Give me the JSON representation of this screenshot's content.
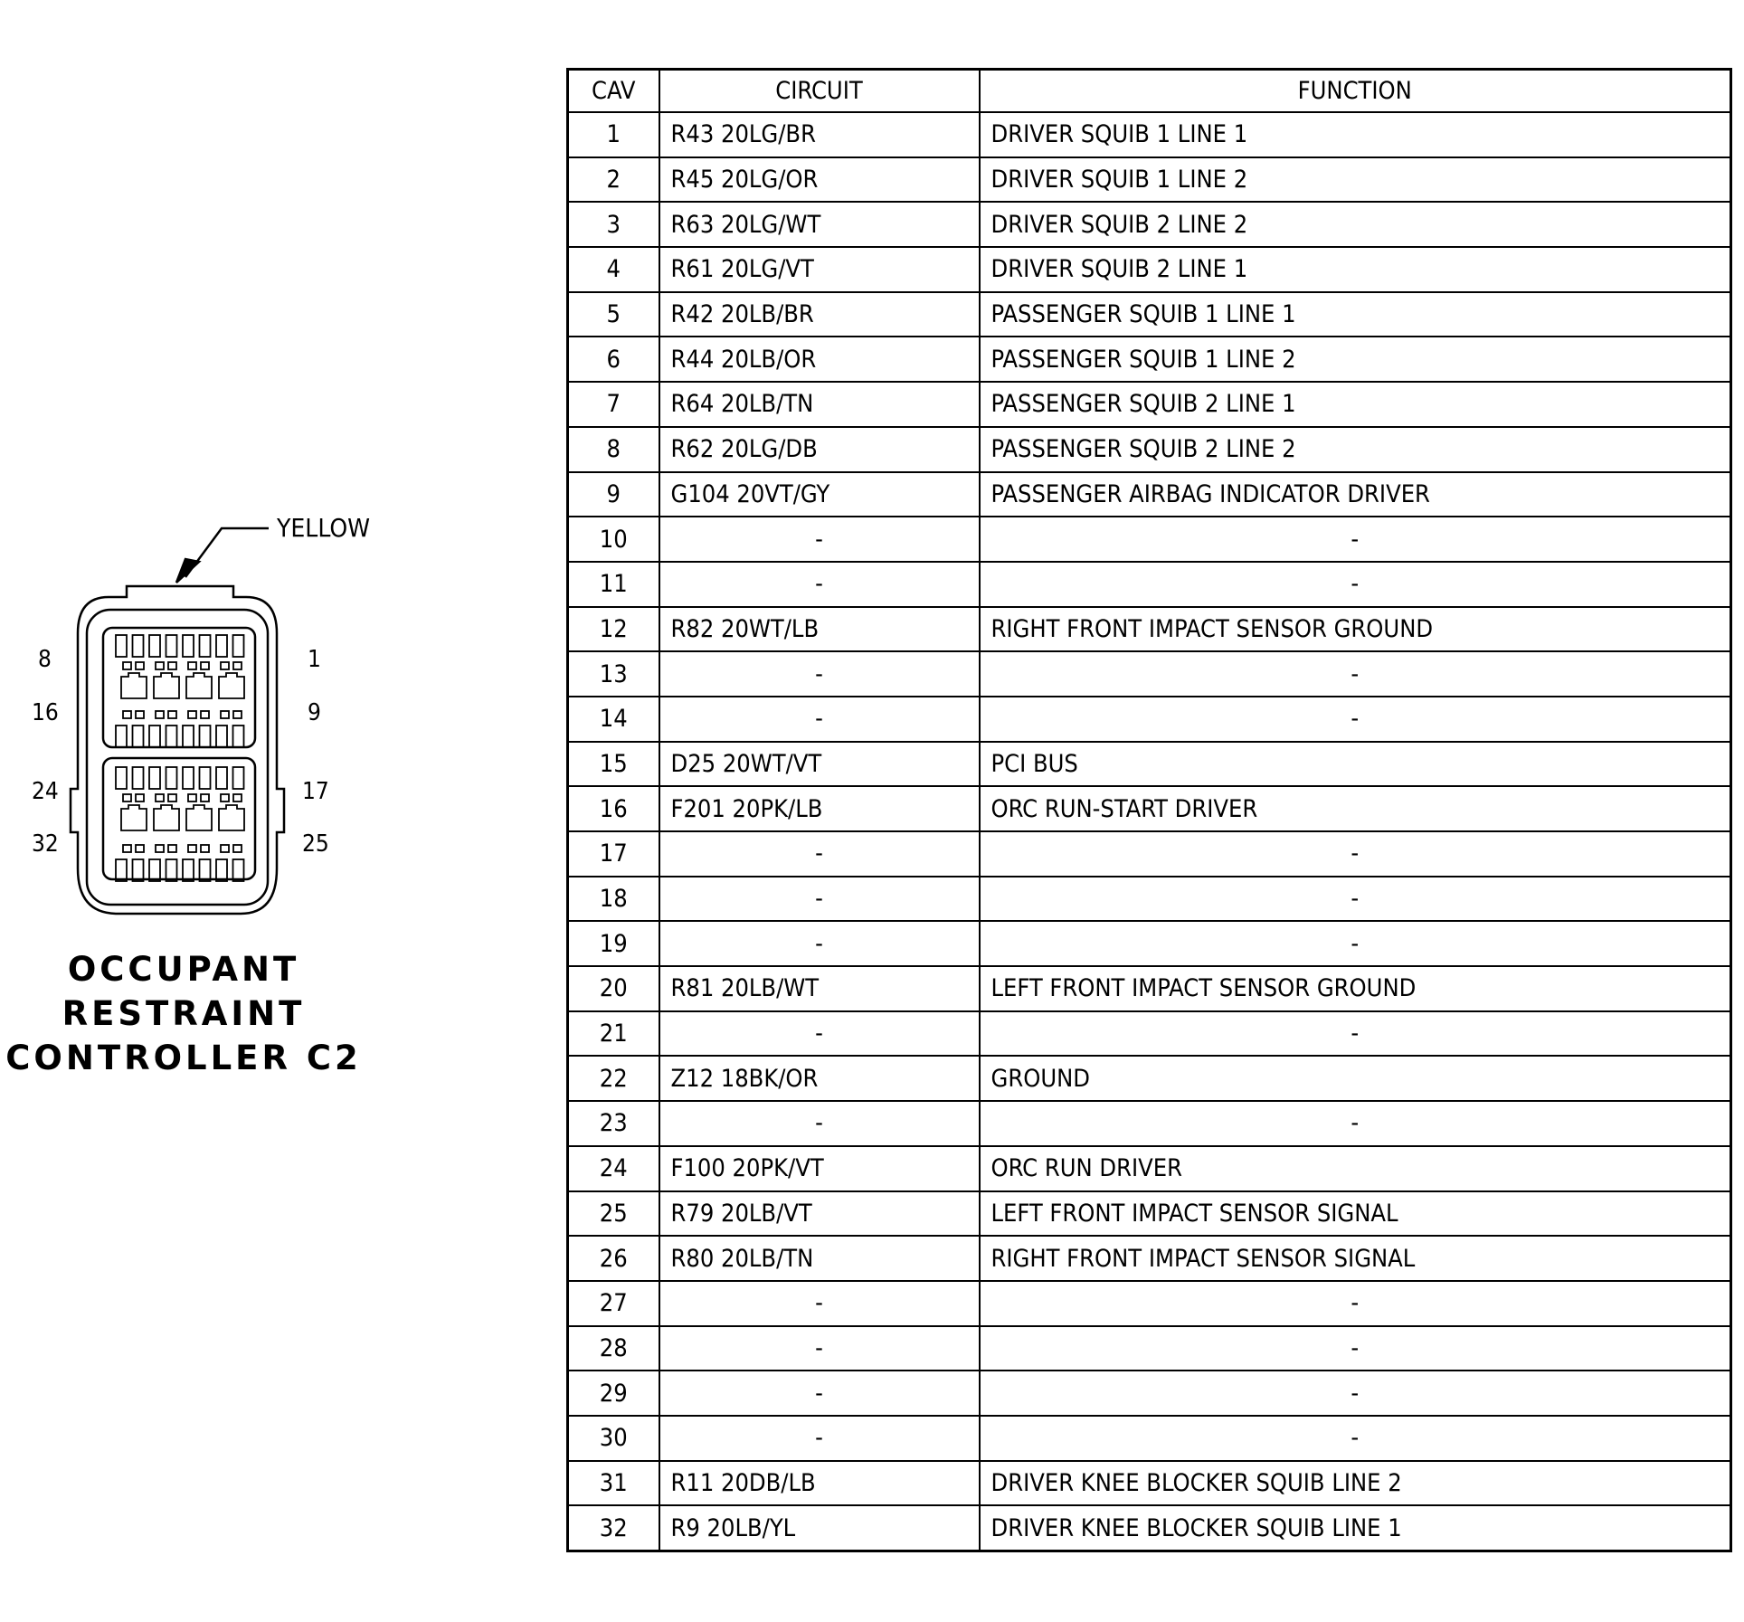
{
  "connector": {
    "color_callout": "YELLOW",
    "pin_labels": {
      "top_left": "8",
      "top_right": "1",
      "mid_left": "16",
      "mid_right": "9",
      "lower_left": "24",
      "lower_right": "17",
      "bottom_left": "32",
      "bottom_right": "25"
    },
    "title_lines": [
      "OCCUPANT",
      "RESTRAINT",
      "CONTROLLER C2"
    ]
  },
  "table": {
    "headers": {
      "cav": "CAV",
      "circuit": "CIRCUIT",
      "function": "FUNCTION"
    },
    "rows": [
      {
        "cav": "1",
        "circuit": "R43 20LG/BR",
        "function": "DRIVER SQUIB 1 LINE 1"
      },
      {
        "cav": "2",
        "circuit": "R45 20LG/OR",
        "function": "DRIVER SQUIB 1 LINE 2"
      },
      {
        "cav": "3",
        "circuit": "R63 20LG/WT",
        "function": "DRIVER SQUIB 2 LINE 2"
      },
      {
        "cav": "4",
        "circuit": "R61 20LG/VT",
        "function": "DRIVER SQUIB 2 LINE 1"
      },
      {
        "cav": "5",
        "circuit": "R42 20LB/BR",
        "function": "PASSENGER SQUIB 1 LINE 1"
      },
      {
        "cav": "6",
        "circuit": "R44 20LB/OR",
        "function": "PASSENGER SQUIB 1 LINE 2"
      },
      {
        "cav": "7",
        "circuit": "R64 20LB/TN",
        "function": "PASSENGER SQUIB 2 LINE 1"
      },
      {
        "cav": "8",
        "circuit": "R62 20LG/DB",
        "function": "PASSENGER SQUIB 2 LINE 2"
      },
      {
        "cav": "9",
        "circuit": "G104 20VT/GY",
        "function": "PASSENGER AIRBAG INDICATOR DRIVER"
      },
      {
        "cav": "10",
        "circuit": "-",
        "function": "-"
      },
      {
        "cav": "11",
        "circuit": "-",
        "function": "-"
      },
      {
        "cav": "12",
        "circuit": "R82 20WT/LB",
        "function": "RIGHT FRONT IMPACT SENSOR GROUND"
      },
      {
        "cav": "13",
        "circuit": "-",
        "function": "-"
      },
      {
        "cav": "14",
        "circuit": "-",
        "function": "-"
      },
      {
        "cav": "15",
        "circuit": "D25 20WT/VT",
        "function": "PCI BUS"
      },
      {
        "cav": "16",
        "circuit": "F201 20PK/LB",
        "function": "ORC RUN-START DRIVER"
      },
      {
        "cav": "17",
        "circuit": "-",
        "function": "-"
      },
      {
        "cav": "18",
        "circuit": "-",
        "function": "-"
      },
      {
        "cav": "19",
        "circuit": "-",
        "function": "-"
      },
      {
        "cav": "20",
        "circuit": "R81 20LB/WT",
        "function": "LEFT FRONT IMPACT SENSOR GROUND"
      },
      {
        "cav": "21",
        "circuit": "-",
        "function": "-"
      },
      {
        "cav": "22",
        "circuit": "Z12 18BK/OR",
        "function": "GROUND"
      },
      {
        "cav": "23",
        "circuit": "-",
        "function": "-"
      },
      {
        "cav": "24",
        "circuit": "F100 20PK/VT",
        "function": "ORC RUN DRIVER"
      },
      {
        "cav": "25",
        "circuit": "R79 20LB/VT",
        "function": "LEFT FRONT IMPACT SENSOR SIGNAL"
      },
      {
        "cav": "26",
        "circuit": "R80 20LB/TN",
        "function": "RIGHT FRONT IMPACT SENSOR SIGNAL"
      },
      {
        "cav": "27",
        "circuit": "-",
        "function": "-"
      },
      {
        "cav": "28",
        "circuit": "-",
        "function": "-"
      },
      {
        "cav": "29",
        "circuit": "-",
        "function": "-"
      },
      {
        "cav": "30",
        "circuit": "-",
        "function": "-"
      },
      {
        "cav": "31",
        "circuit": "R11 20DB/LB",
        "function": "DRIVER KNEE BLOCKER SQUIB LINE 2"
      },
      {
        "cav": "32",
        "circuit": "R9 20LB/YL",
        "function": "DRIVER KNEE BLOCKER SQUIB LINE 1"
      }
    ]
  }
}
